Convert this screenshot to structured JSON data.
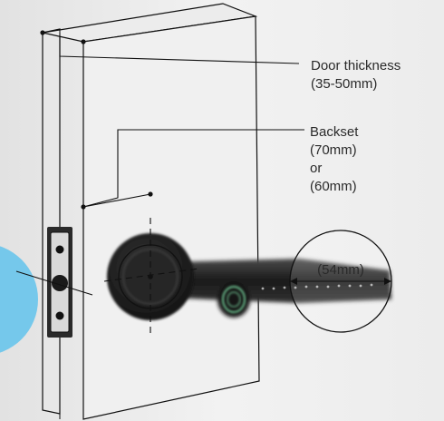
{
  "labels": {
    "door_thickness": "Door thickness",
    "door_thickness_range": "(35-50mm)",
    "backset": "Backset",
    "backset_70": "(70mm)",
    "or": "or",
    "backset_60": "(60mm)",
    "handle_diameter": "(54mm)"
  },
  "colors": {
    "background": "#f1f1f1",
    "door_face": "#efefef",
    "door_edge": "#e6e6e6",
    "line": "#111111",
    "lock_dark": "#1d1d1d",
    "fingerprint_glow": "#7fe3a8",
    "accent_blue": "#62c3ec"
  }
}
